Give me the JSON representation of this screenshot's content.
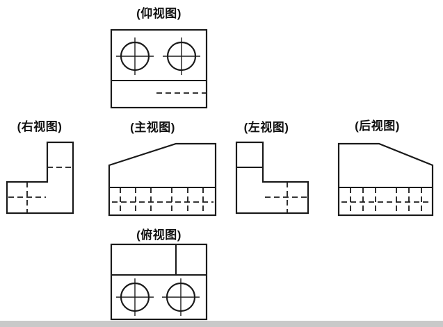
{
  "canvas": {
    "background": "#ffffff"
  },
  "colors": {
    "line": "#1a1a1a",
    "footer_bar": "#c9c9c9"
  },
  "views": {
    "bottom": {
      "label": "(仰视图)"
    },
    "right": {
      "label": "(右视图)"
    },
    "front": {
      "label": "(主视图)"
    },
    "left": {
      "label": "(左视图)"
    },
    "rear": {
      "label": "(后视图)"
    },
    "top": {
      "label": "(俯视图)"
    }
  }
}
